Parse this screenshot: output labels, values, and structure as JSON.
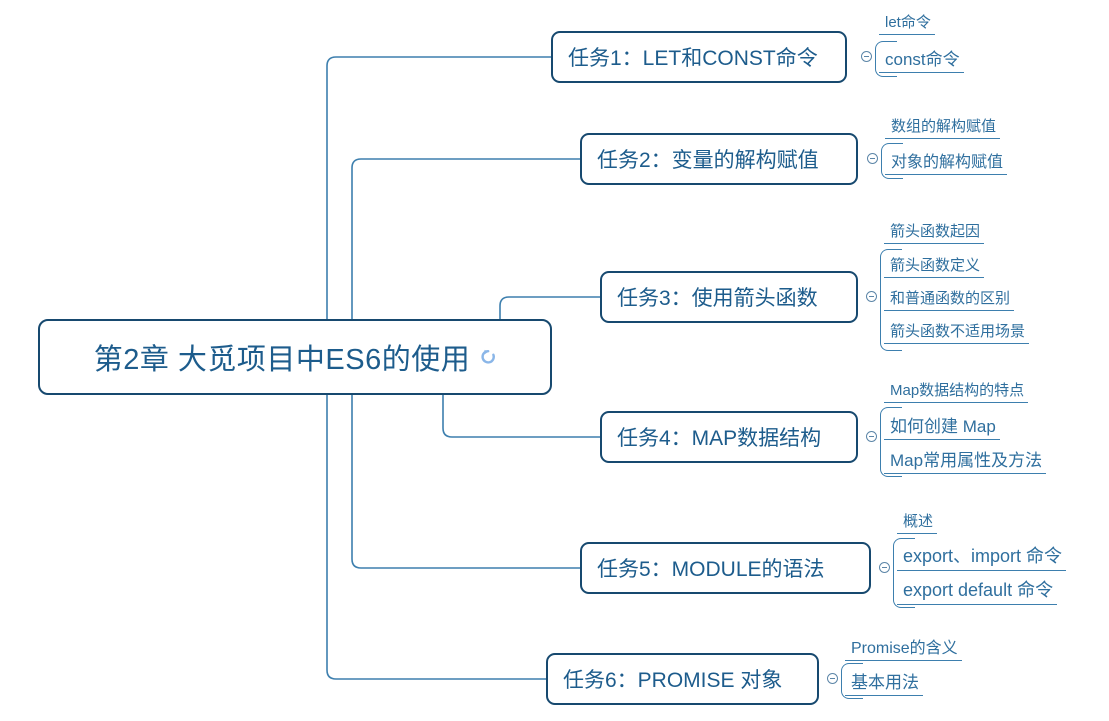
{
  "root": {
    "title": "第2章 大觅项目中ES6的使用",
    "icon": "refresh-icon"
  },
  "colors": {
    "node_border": "#17496f",
    "node_text": "#1d5c8c",
    "leaf_text": "#2f6f9e",
    "connector": "#3d7fae",
    "background": "#ffffff"
  },
  "branches": [
    {
      "label": "任务1：LET和CONST命令",
      "toggle": "collapse-toggle",
      "children": [
        "let命令",
        "const命令"
      ]
    },
    {
      "label": "任务2：变量的解构赋值",
      "toggle": "collapse-toggle",
      "children": [
        "数组的解构赋值",
        "对象的解构赋值"
      ]
    },
    {
      "label": "任务3：使用箭头函数",
      "toggle": "collapse-toggle",
      "children": [
        "箭头函数起因",
        "箭头函数定义",
        "和普通函数的区别",
        "箭头函数不适用场景"
      ]
    },
    {
      "label": "任务4：MAP数据结构",
      "toggle": "collapse-toggle",
      "children": [
        "Map数据结构的特点",
        "如何创建 Map",
        "Map常用属性及方法"
      ]
    },
    {
      "label": "任务5：MODULE的语法",
      "toggle": "collapse-toggle",
      "children": [
        "概述",
        "export、import 命令",
        "export default 命令"
      ]
    },
    {
      "label": "任务6：PROMISE 对象",
      "toggle": "collapse-toggle",
      "children": [
        "Promise的含义",
        "基本用法"
      ]
    }
  ]
}
